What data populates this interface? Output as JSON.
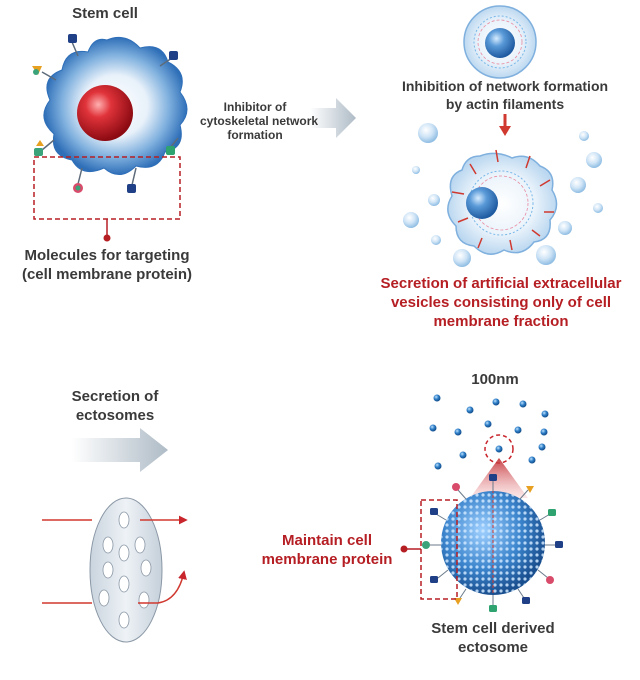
{
  "stem_cell": {
    "title": "Stem cell"
  },
  "targeting": {
    "line1": "Molecules for targeting",
    "line2": "(cell membrane protein)"
  },
  "inhibitor": {
    "line1": "Inhibitor of",
    "line2": "cytoskeletal network",
    "line3": "formation"
  },
  "inhibition": {
    "line1": "Inhibition of network formation",
    "line2": "by actin filaments"
  },
  "secretion_vesicles": {
    "line1": "Secretion of artificial extracellular",
    "line2": "vesicles consisting only of cell",
    "line3": "membrane fraction"
  },
  "ectosomes": {
    "line1": "Secretion of",
    "line2": "ectosomes"
  },
  "scale": {
    "label": "100nm"
  },
  "maintain": {
    "line1": "Maintain cell",
    "line2": "membrane protein"
  },
  "ectosome_label": {
    "line1": "Stem cell derived",
    "line2": "ectosome"
  },
  "colors": {
    "accent_red": "#b51e23",
    "text_dark": "#3a3a3a",
    "cell_blue": "#2f6fb8",
    "nucleus_red": "#c8141e",
    "arrow_gray": "#b7c3cc"
  }
}
